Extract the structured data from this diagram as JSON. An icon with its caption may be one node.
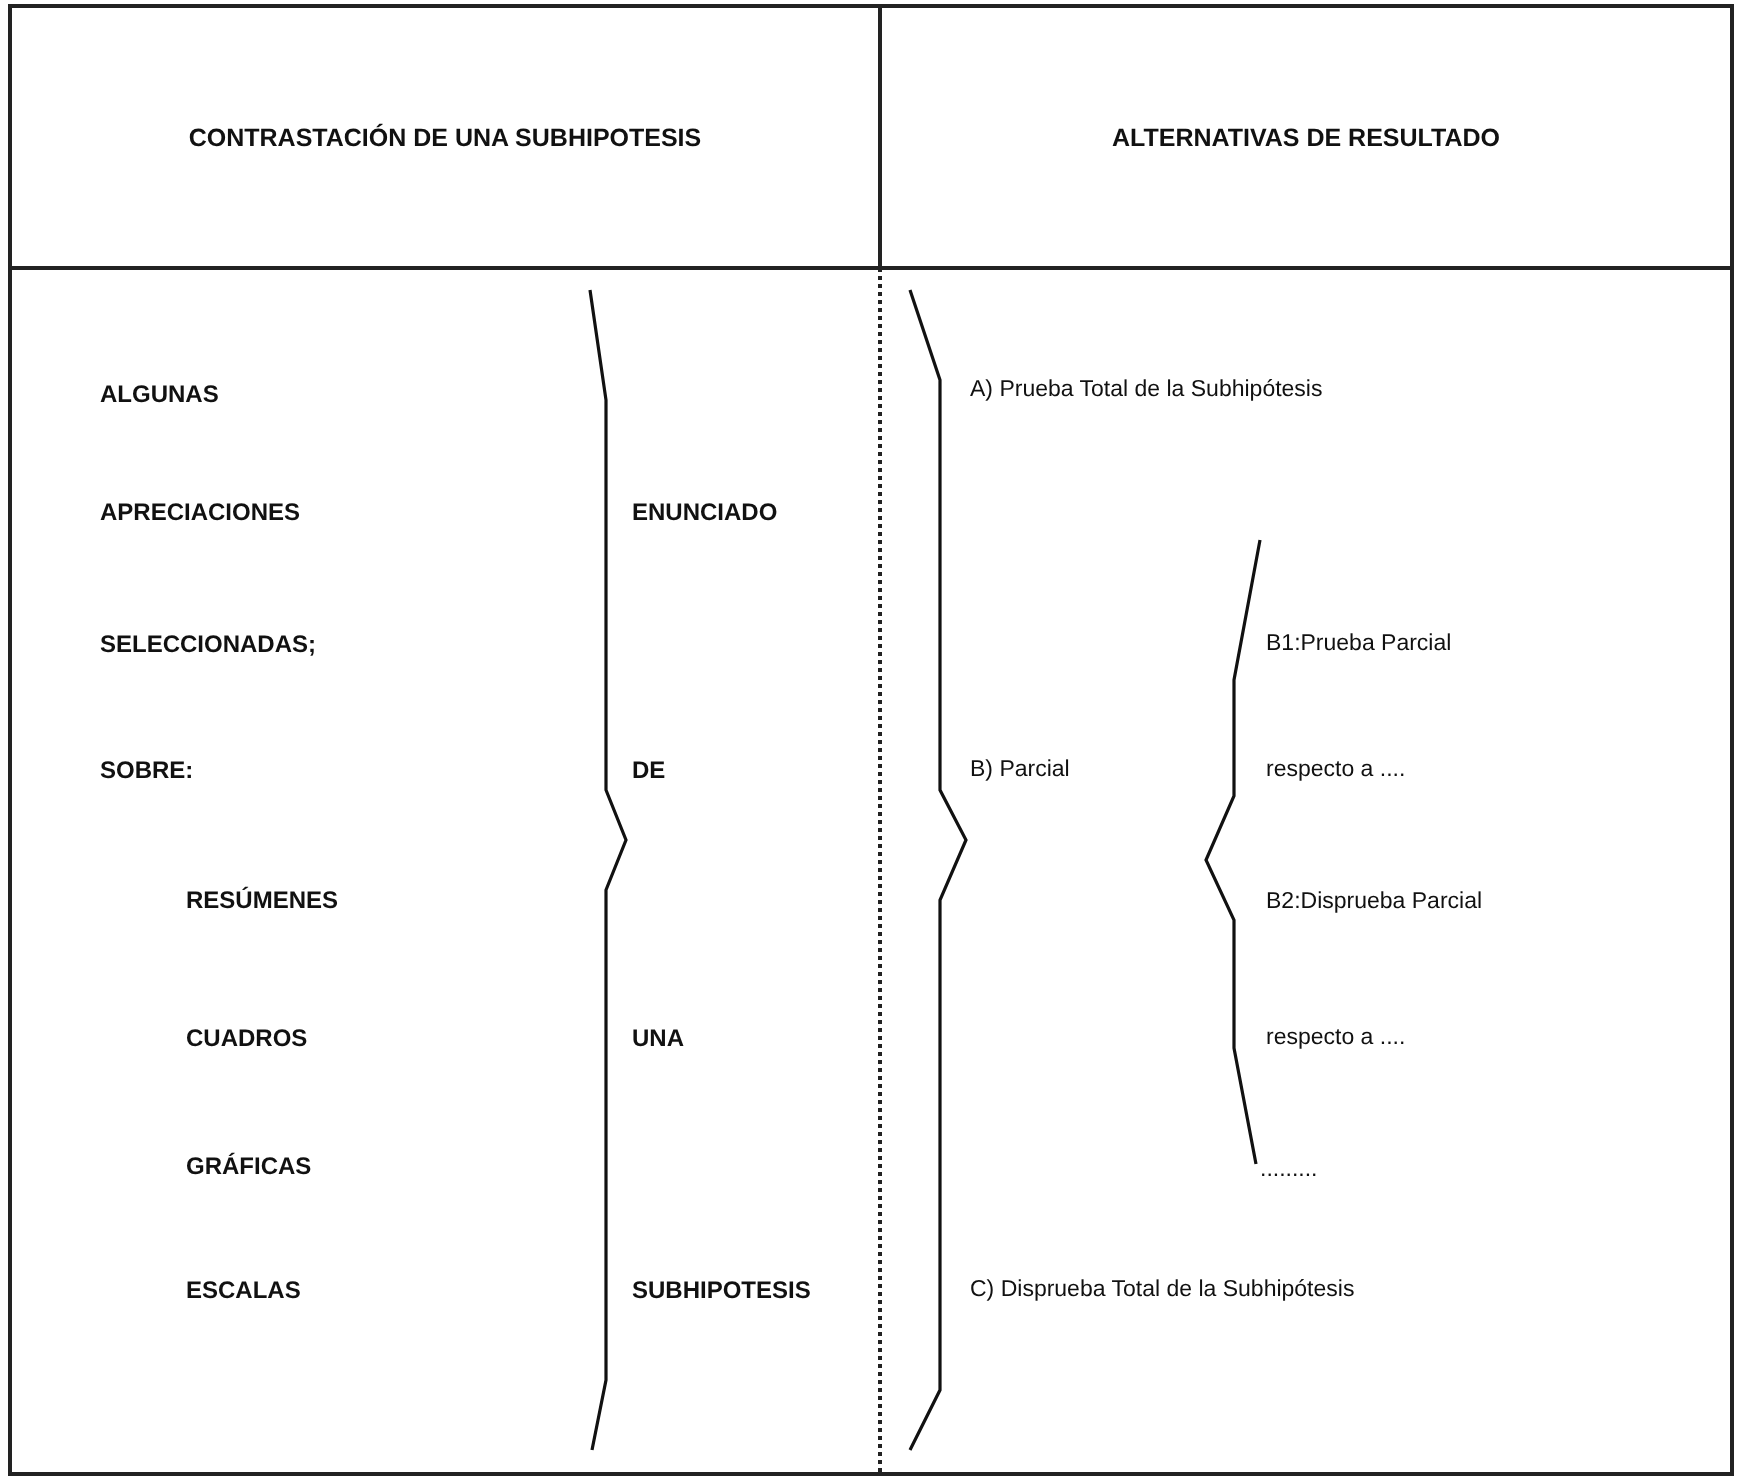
{
  "diagram": {
    "nodes": [
      {
        "text": [
          "CONTRASTACIÓN DE UNA SUBHIPOTESIS"
        ]
      },
      {
        "text": [
          "ALTERNATIVAS DE RESULTADO"
        ]
      }
    ],
    "labels": [
      "ALGUNAS",
      "APRECIACIONES",
      "SELECCIONADAS;",
      "SOBRE:",
      "RESÚMENES",
      "CUADROS",
      "GRÁFICAS",
      "ESCALAS",
      "ENUNCIADO",
      "DE",
      "UNA",
      "SUBHIPOTESIS",
      "A) Prueba Total de la Subhipótesis",
      "B) Parcial",
      "C) Disprueba Total de la Subhipótesis",
      "B1:Prueba Parcial",
      "respecto a ....",
      "B2:Disprueba Parcial",
      "respecto a ....",
      "........."
    ]
  }
}
